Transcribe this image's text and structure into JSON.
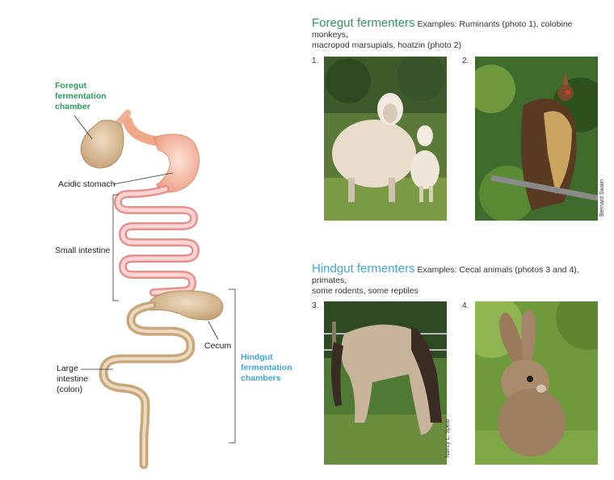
{
  "diagram": {
    "labels": {
      "foregut_chamber": [
        "Foregut",
        "fermentation",
        "chamber"
      ],
      "acidic_stomach": "Acidic stomach",
      "small_intestine": "Small intestine",
      "cecum": "Cecum",
      "large_intestine": [
        "Large",
        "intestine",
        "(colon)"
      ],
      "hindgut_chambers": [
        "Hindgut",
        "fermentation",
        "chambers"
      ]
    }
  },
  "foregut": {
    "title": "Foregut fermenters",
    "desc_line1": "Examples: Ruminants (photo 1), colobine monkeys,",
    "desc_line2": "macropod marsupials, hoatzin (photo 2)"
  },
  "hindgut": {
    "title": "Hindgut fermenters",
    "desc_line1": "Examples: Cecal animals (photos 3 and 4), primates,",
    "desc_line2": "some rodents, some reptiles"
  },
  "photos": [
    {
      "number": "1.",
      "subject": "sheep"
    },
    {
      "number": "2.",
      "subject": "hoatzin",
      "credit": "Bernard Swain"
    },
    {
      "number": "3.",
      "subject": "horse",
      "credit": "Nancy L. Spear"
    },
    {
      "number": "4.",
      "subject": "rabbit"
    }
  ],
  "colors": {
    "foregut_green": "#2f9a5a",
    "hindgut_blue": "#3ea6d8",
    "stomach_pink": "#f4a08a",
    "intestine_pink": "#f2a5a5",
    "chamber_tan": "#c9a77c"
  }
}
